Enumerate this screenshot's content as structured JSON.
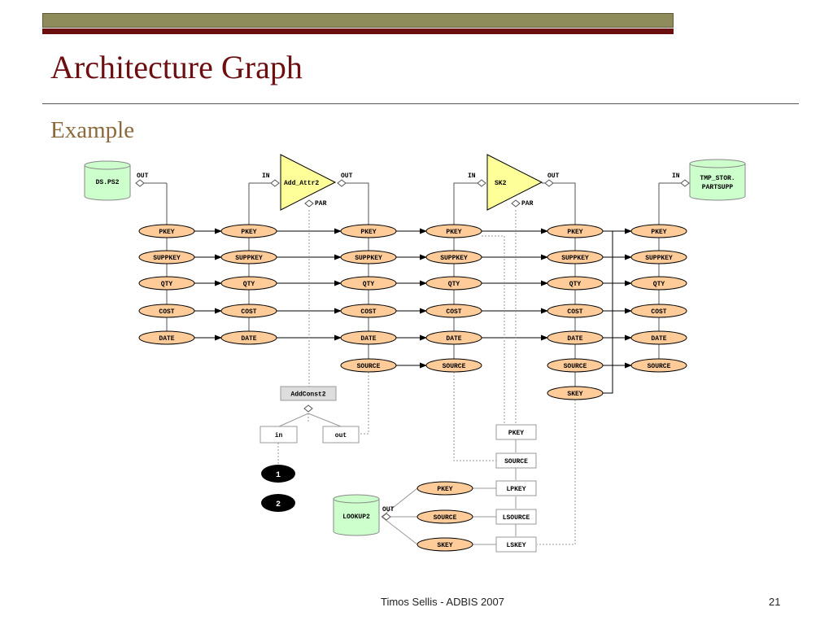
{
  "slide": {
    "title": "Architecture Graph",
    "subtitle": "Example",
    "footer": "Timos Sellis - ADBIS 2007",
    "page_number": "21"
  },
  "colors": {
    "title": "#6b0f11",
    "subtitle": "#8c6a3c",
    "recordset": "#ccffcc",
    "activity": "#ffff99",
    "attribute": "#ffcc99",
    "function": "#dddddd"
  },
  "diagram": {
    "recordsets": {
      "ds_ps2": "DS.PS2",
      "tmp_stor_1": "TMP_STOR.",
      "tmp_stor_2": "PARTSUPP",
      "lookup2": "LOOKUP2"
    },
    "activities": {
      "add_attr2": "Add_Attr2",
      "sk2": "SK2"
    },
    "ports": {
      "out": "OUT",
      "in": "IN",
      "par": "PAR"
    },
    "attributes": [
      "PKEY",
      "SUPPKEY",
      "QTY",
      "COST",
      "DATE"
    ],
    "source": "SOURCE",
    "skey_out": "SKEY",
    "function": {
      "name": "AddConst2",
      "in": "in",
      "out": "out",
      "markers": [
        "1",
        "2"
      ]
    },
    "sk2_params": [
      "PKEY",
      "SOURCE",
      "LPKEY",
      "LSOURCE",
      "LSKEY"
    ],
    "lookup_attrs": [
      "PKEY",
      "SOURCE",
      "SKEY"
    ]
  }
}
